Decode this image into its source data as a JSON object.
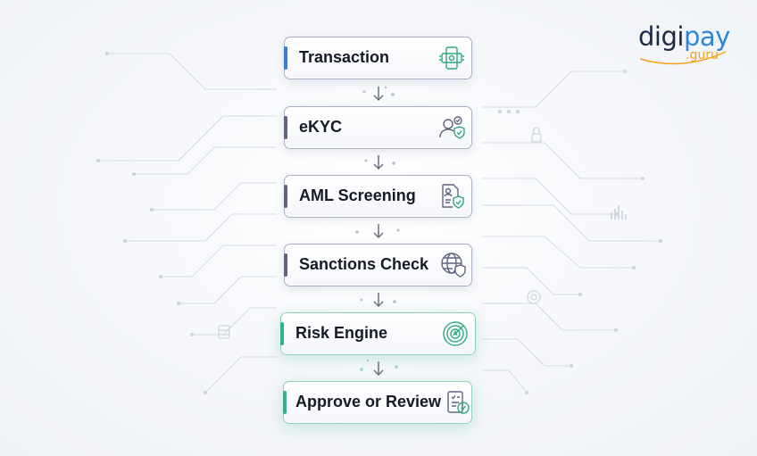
{
  "logo": {
    "part1": "digi",
    "part2": "pay",
    "sub": ".guru"
  },
  "colors": {
    "blue": "#2f80d8",
    "slate": "#5f6580",
    "green": "#2fb38a",
    "border": "#a9aec0"
  },
  "steps": [
    {
      "label": "Transaction",
      "icon": "mobile-payment-icon"
    },
    {
      "label": "eKYC",
      "icon": "user-verified-icon"
    },
    {
      "label": "AML Screening",
      "icon": "document-shield-icon"
    },
    {
      "label": "Sanctions Check",
      "icon": "globe-shield-icon"
    },
    {
      "label": "Risk Engine",
      "icon": "ai-radar-icon"
    },
    {
      "label": "Approve or Review",
      "icon": "checklist-approved-icon"
    }
  ]
}
